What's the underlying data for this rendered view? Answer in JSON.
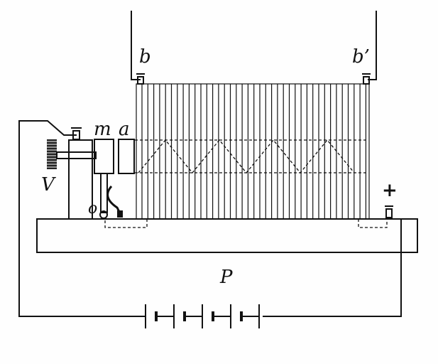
{
  "labels": {
    "b": "b",
    "b_prime": "b’",
    "m": "m",
    "a": "a",
    "V": "V",
    "o": "o",
    "plus": "+",
    "P": "P"
  }
}
